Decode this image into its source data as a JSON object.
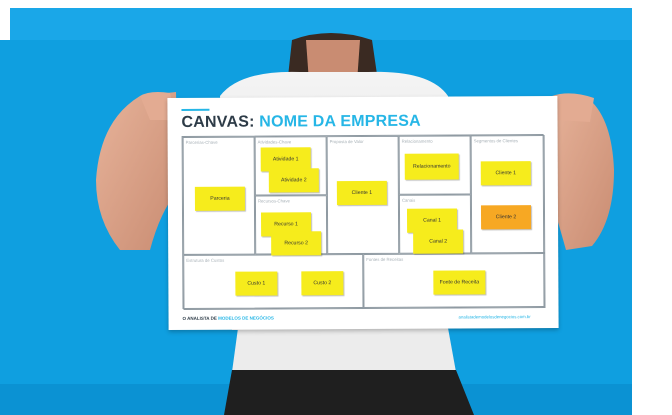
{
  "canvas": {
    "title_prefix": "CANVAS:",
    "title_highlight": "NOME DA EMPRESA",
    "sections": {
      "parcerias": "Parcerias-Chave",
      "atividades": "Atividades-Chave",
      "recursos": "Recursos-Chave",
      "proposta": "Proposta de Valor",
      "relacionamento": "Relacionamento",
      "canais": "Canais",
      "segmentos": "Segmentos de Clientes",
      "custos": "Estrutura de Custos",
      "receitas": "Fontes de Receitas"
    },
    "notes": {
      "parceria": "Parceria",
      "atividade1": "Atividade 1",
      "atividade2": "Atividade 2",
      "recurso1": "Recurso 1",
      "recurso2": "Recurso 2",
      "cliente_proposta": "Cliente 1",
      "relacionamento": "Relacionamento",
      "canal1": "Canal 1",
      "canal2": "Canal 2",
      "cliente1": "Cliente 1",
      "cliente2": "Cliente 2",
      "custo1": "Custo 1",
      "custo2": "Custo 2",
      "receita": "Fonte de Receita"
    },
    "footer_prefix": "O ANALISTA DE",
    "footer_highlight": "MODELOS DE NEGÓCIOS",
    "footer_url": "analistademodelosdenegocios.com.br"
  },
  "colors": {
    "background_blue": "#0f9fe0",
    "sticky_yellow": "#f6ec1c",
    "sticky_orange": "#f7a823",
    "accent": "#26b6e6"
  }
}
